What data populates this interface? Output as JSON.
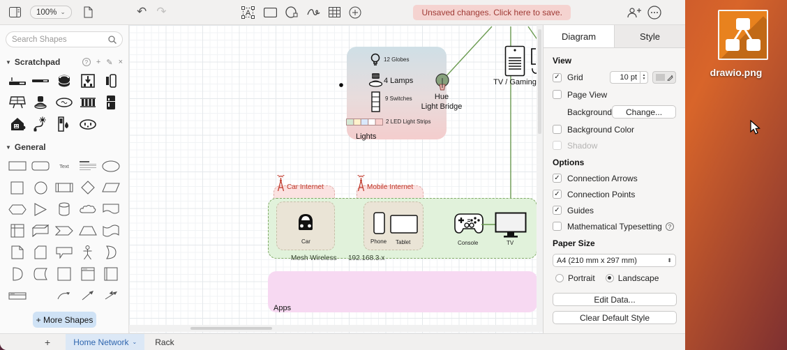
{
  "toolbar": {
    "zoom_value": "100%",
    "undo_glyph": "↶",
    "redo_glyph": "↷",
    "unsaved_message": "Unsaved changes. Click here to save."
  },
  "sidebar": {
    "search_placeholder": "Search Shapes",
    "scratchpad": {
      "title": "Scratchpad",
      "help_glyph": "?",
      "add_glyph": "+",
      "edit_glyph": "✎",
      "close_glyph": "×",
      "shapes": [
        "wifi-router",
        "network-switch",
        "disc-stack",
        "box-arrow",
        "speaker",
        "solar-panel",
        "table-lamp",
        "smoke-detector",
        "radiator",
        "fridge",
        "smart-home",
        "plant-plug",
        "water-sensor",
        "power-outlet"
      ]
    },
    "general": {
      "title": "General",
      "text_shape_label": "Text",
      "shapes": [
        "rectangle",
        "rounded-rectangle",
        "text",
        "heading",
        "ellipse",
        "square",
        "circle",
        "process",
        "diamond",
        "parallelogram",
        "hexagon",
        "triangle",
        "cylinder",
        "cloud",
        "document",
        "internal-storage",
        "cube",
        "step",
        "trapezoid",
        "tape",
        "note",
        "card",
        "callout",
        "actor",
        "or",
        "and",
        "data-storage",
        "container",
        "titled-container",
        "vertical-container",
        "horizontal-container",
        "curve",
        "directional-arrow",
        "bidirectional-arrow"
      ]
    },
    "more_shapes_label": "+ More Shapes"
  },
  "canvas": {
    "lights_group": {
      "label": "Lights",
      "items": [
        {
          "icon": "globe-bulb-icon",
          "label": "12 Globes"
        },
        {
          "icon": "lamp-icon",
          "label": "4 Lamps"
        },
        {
          "icon": "switch-icon",
          "label": "9 Switches"
        },
        {
          "icon": "led-strip-icon",
          "label": "2 LED Light Strips"
        }
      ]
    },
    "hue_bridge": {
      "label": "Hue\nLight Bridge"
    },
    "tv_gaming": {
      "label": "TV / Gaming"
    },
    "car_internet": {
      "label": "Car Internet"
    },
    "mobile_internet": {
      "label": "Mobile Internet"
    },
    "mesh": {
      "label": "Mesh Wireless",
      "subnet": "192.168.3.x"
    },
    "devices": {
      "car": "Car",
      "phone": "Phone",
      "tablet": "Tablet",
      "console": "Console",
      "tv": "TV"
    },
    "apps": {
      "label": "Apps"
    },
    "connector_color": "#6b9b51"
  },
  "panel": {
    "tabs": [
      {
        "label": "Diagram"
      },
      {
        "label": "Style"
      }
    ],
    "view": {
      "title": "View",
      "grid_label": "Grid",
      "grid_checked": true,
      "grid_size": "10 pt",
      "page_view_label": "Page View",
      "page_view_checked": false,
      "background_label": "Background",
      "background_button": "Change...",
      "background_color_label": "Background Color",
      "background_color_checked": false,
      "shadow_label": "Shadow",
      "shadow_checked": false
    },
    "options": {
      "title": "Options",
      "items": [
        {
          "label": "Connection Arrows",
          "checked": true
        },
        {
          "label": "Connection Points",
          "checked": true
        },
        {
          "label": "Guides",
          "checked": true
        },
        {
          "label": "Mathematical Typesetting",
          "checked": false
        }
      ],
      "help_glyph": "?"
    },
    "paper": {
      "title": "Paper Size",
      "value": "A4 (210 mm x 297 mm)",
      "portrait_label": "Portrait",
      "landscape_label": "Landscape",
      "selected": "Landscape"
    },
    "edit_data_label": "Edit Data...",
    "clear_default_label": "Clear Default Style"
  },
  "footer": {
    "add_glyph": "+",
    "tabs": [
      {
        "label": "Home Network",
        "active": true
      },
      {
        "label": "Rack",
        "active": false
      }
    ]
  },
  "desktop": {
    "file_label": "drawio.png"
  },
  "colors": {
    "unsaved_bg": "#f5d3d0",
    "unsaved_text": "#a03b36",
    "mesh_fill": "#e1f2db",
    "mesh_border": "#7ea865",
    "zone_red_fill": "#fbe2e1",
    "zone_tan_fill": "#eae4d6",
    "apps_fill": "#f7d9f2",
    "accent_blue": "#2f66ae",
    "led_cells": [
      "#d5e8d4",
      "#fff2cc",
      "#dae8fc",
      "#ffffff",
      "#f8cecc"
    ]
  }
}
